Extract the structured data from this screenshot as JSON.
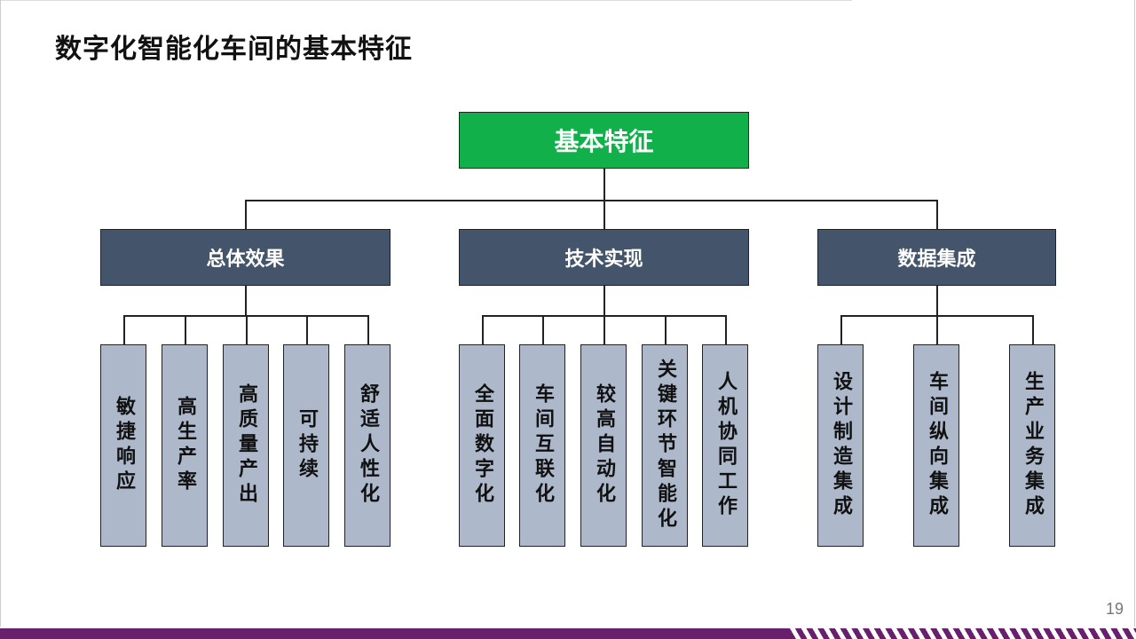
{
  "title": "数字化智能化车间的基本特征",
  "root": "基本特征",
  "groups": [
    {
      "label": "总体效果",
      "items": [
        "敏捷响应",
        "高生产率",
        "高质量产出",
        "可持续",
        "舒适人性化"
      ]
    },
    {
      "label": "技术实现",
      "items": [
        "全面数字化",
        "车间互联化",
        "较高自动化",
        "关键环节智能化",
        "人机协同工作"
      ]
    },
    {
      "label": "数据集成",
      "items": [
        "设计制造集成",
        "车间纵向集成",
        "生产业务集成"
      ]
    }
  ],
  "page_number": "19",
  "colors": {
    "root": "#12b04a",
    "mid": "#44546a",
    "leaf": "#adb9ca",
    "accent": "#68206e"
  }
}
